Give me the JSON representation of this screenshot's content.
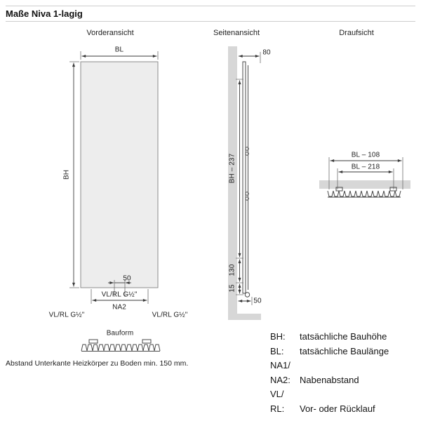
{
  "title": "Maße Niva 1-lagig",
  "front": {
    "header": "Vorderansicht",
    "bl": "BL",
    "bh": "BH",
    "fifty": "50",
    "vlrl_center": "VL/RL G½\"",
    "na2": "NA2",
    "vlrl_left": "VL/RL G½\"",
    "vlrl_right": "VL/RL G½\"",
    "bauform": "Bauform"
  },
  "side": {
    "header": "Seitenansicht",
    "eighty": "80",
    "bh237": "BH – 237",
    "one30": "130",
    "fifteen": "15",
    "fifty": "50"
  },
  "top": {
    "header": "Draufsicht",
    "bl108": "BL – 108",
    "bl218": "BL – 218"
  },
  "footnote": "Abstand Unterkante Heizkörper zu Boden min. 150 mm.",
  "legend": {
    "rows": [
      {
        "key": "BH:",
        "value": "tatsächliche Bauhöhe"
      },
      {
        "key": "BL:",
        "value": "tatsächliche Baulänge"
      },
      {
        "key": "NA1/",
        "value": ""
      },
      {
        "key": "NA2:",
        "value": "Nabenabstand"
      },
      {
        "key": "VL/",
        "value": ""
      },
      {
        "key": "RL:",
        "value": "Vor- oder Rücklauf"
      }
    ]
  },
  "colors": {
    "panel_fill": "#ededed",
    "wall_fill": "#d7d7d7",
    "line": "#3a3a3a"
  }
}
